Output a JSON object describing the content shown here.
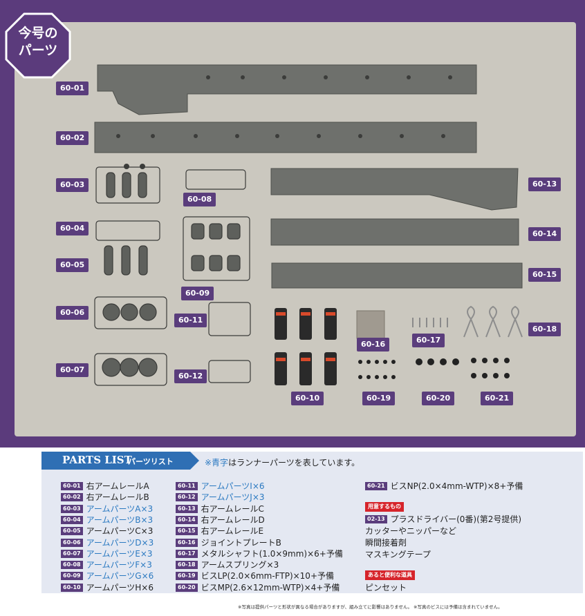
{
  "badge": {
    "line1": "今号の",
    "line2": "パーツ"
  },
  "part_tags": [
    "60-01",
    "60-02",
    "60-03",
    "60-04",
    "60-05",
    "60-06",
    "60-07",
    "60-08",
    "60-09",
    "60-10",
    "60-11",
    "60-12",
    "60-13",
    "60-14",
    "60-15",
    "60-16",
    "60-17",
    "60-18",
    "60-19",
    "60-20",
    "60-21"
  ],
  "parts_list": {
    "title": "PARTS LIST",
    "subtitle": "パーツリスト",
    "note_blue": "※青字",
    "note_rest": "はランナーパーツを表しています。",
    "col1": [
      {
        "code": "60-01",
        "name": "右アームレールA",
        "blue": false
      },
      {
        "code": "60-02",
        "name": "右アームレールB",
        "blue": false
      },
      {
        "code": "60-03",
        "name": "アームパーツA×3",
        "blue": true
      },
      {
        "code": "60-04",
        "name": "アームパーツB×3",
        "blue": true
      },
      {
        "code": "60-05",
        "name": "アームパーツC×3",
        "blue": false
      },
      {
        "code": "60-06",
        "name": "アームパーツD×3",
        "blue": true
      },
      {
        "code": "60-07",
        "name": "アームパーツE×3",
        "blue": true
      },
      {
        "code": "60-08",
        "name": "アームパーツF×3",
        "blue": true
      },
      {
        "code": "60-09",
        "name": "アームパーツG×6",
        "blue": true
      },
      {
        "code": "60-10",
        "name": "アームパーツH×6",
        "blue": false
      }
    ],
    "col2": [
      {
        "code": "60-11",
        "name": "アームパーツI×6",
        "blue": true
      },
      {
        "code": "60-12",
        "name": "アームパーツJ×3",
        "blue": true
      },
      {
        "code": "60-13",
        "name": "右アームレールC",
        "blue": false
      },
      {
        "code": "60-14",
        "name": "右アームレールD",
        "blue": false
      },
      {
        "code": "60-15",
        "name": "右アームレールE",
        "blue": false
      },
      {
        "code": "60-16",
        "name": "ジョイントプレートB",
        "blue": false
      },
      {
        "code": "60-17",
        "name": "メタルシャフト(1.0×9mm)×6+予備",
        "blue": false
      },
      {
        "code": "60-18",
        "name": "アームスプリング×3",
        "blue": false
      },
      {
        "code": "60-19",
        "name": "ビスLP(2.0×6mm-FTP)×10+予備",
        "blue": false
      },
      {
        "code": "60-20",
        "name": "ビスMP(2.6×12mm-WTP)×4+予備",
        "blue": false
      }
    ],
    "col3_item": {
      "code": "60-21",
      "name": "ビスNP(2.0×4mm-WTP)×8+予備"
    },
    "prepare_label": "用意するもの",
    "prepare_code": "02-13",
    "prepare_item": "プラスドライバー(0番)(第2号提供)",
    "prepare_lines": [
      "カッターやニッパーなど",
      "瞬間接着剤",
      "マスキングテープ"
    ],
    "useful_label": "あると便利な道具",
    "useful_item": "ピンセット"
  },
  "footnote": "※写真は提供パーツと形状が異なる場合がありますが、組み立てに影響はありません。 ※写真のビスには予備は含まれていません。",
  "colors": {
    "frame": "#5b3b7c",
    "background": "#cbc8bf",
    "tag": "#5a3d7c",
    "header": "#2f6fb4",
    "blue_text": "#2a79c1",
    "red_tag": "#d6242b",
    "rail": "#6e706c"
  }
}
